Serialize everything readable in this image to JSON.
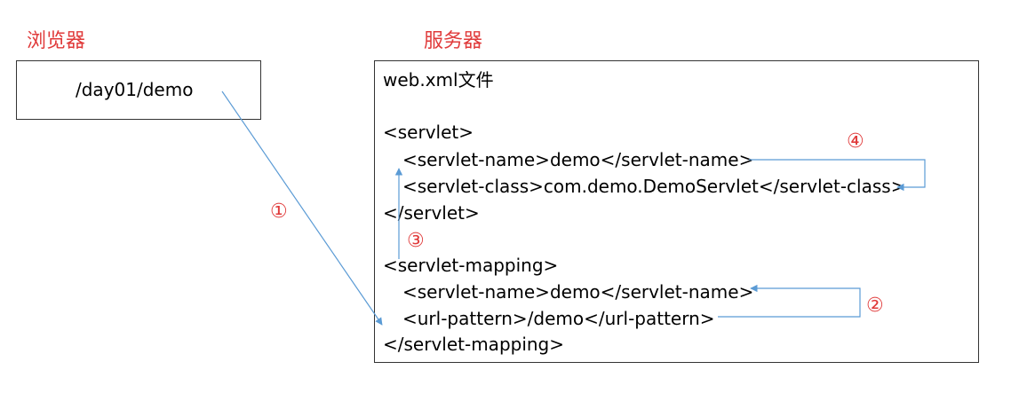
{
  "browser": {
    "title": "浏览器",
    "url": "/day01/demo"
  },
  "server": {
    "title": "服务器",
    "file_title": "web.xml文件",
    "lines": [
      "<servlet>",
      "<servlet-name>demo</servlet-name>",
      "<servlet-class>com.demo.DemoServlet</servlet-class>",
      "</servlet>",
      "<servlet-mapping>",
      "<servlet-name>demo</servlet-name>",
      "<url-pattern>/demo</url-pattern>",
      "</servlet-mapping>"
    ]
  },
  "steps": [
    "①",
    "②",
    "③",
    "④"
  ],
  "colors": {
    "label": "#e03a3a",
    "arrow": "#5b9bd5",
    "border": "#333333",
    "text": "#000000"
  }
}
